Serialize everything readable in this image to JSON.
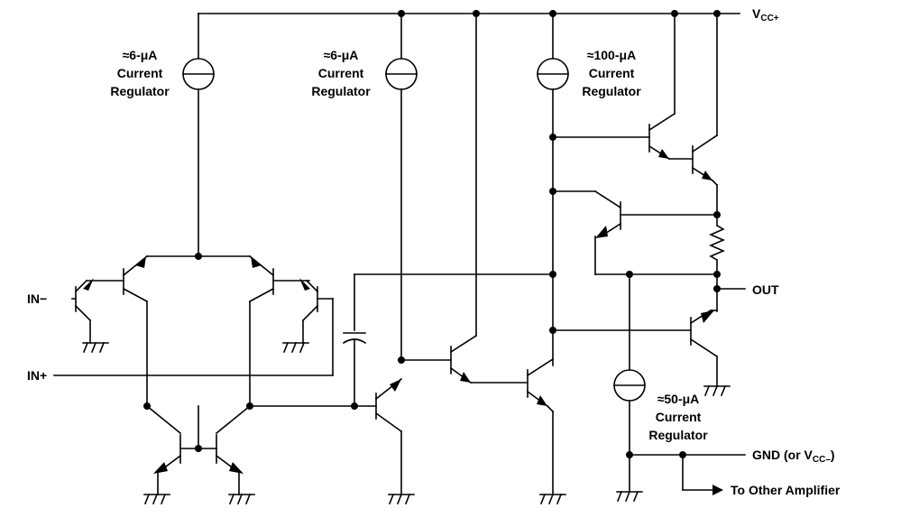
{
  "figure": {
    "supply_label": "V",
    "supply_sub": "CC+",
    "output_label": "OUT",
    "gnd_label": "GND (or V",
    "gnd_sub": "CC–",
    "gnd_close": ")",
    "other_amp_label": "To Other Amplifier",
    "in_minus": "IN−",
    "in_plus": "IN+"
  },
  "regulators": [
    {
      "current": "≈6-μA",
      "line2": "Current",
      "line3": "Regulator"
    },
    {
      "current": "≈6-μA",
      "line2": "Current",
      "line3": "Regulator"
    },
    {
      "current": "≈100-μA",
      "line2": "Current",
      "line3": "Regulator"
    },
    {
      "current": "≈50-μA",
      "line2": "Current",
      "line3": "Regulator"
    }
  ]
}
